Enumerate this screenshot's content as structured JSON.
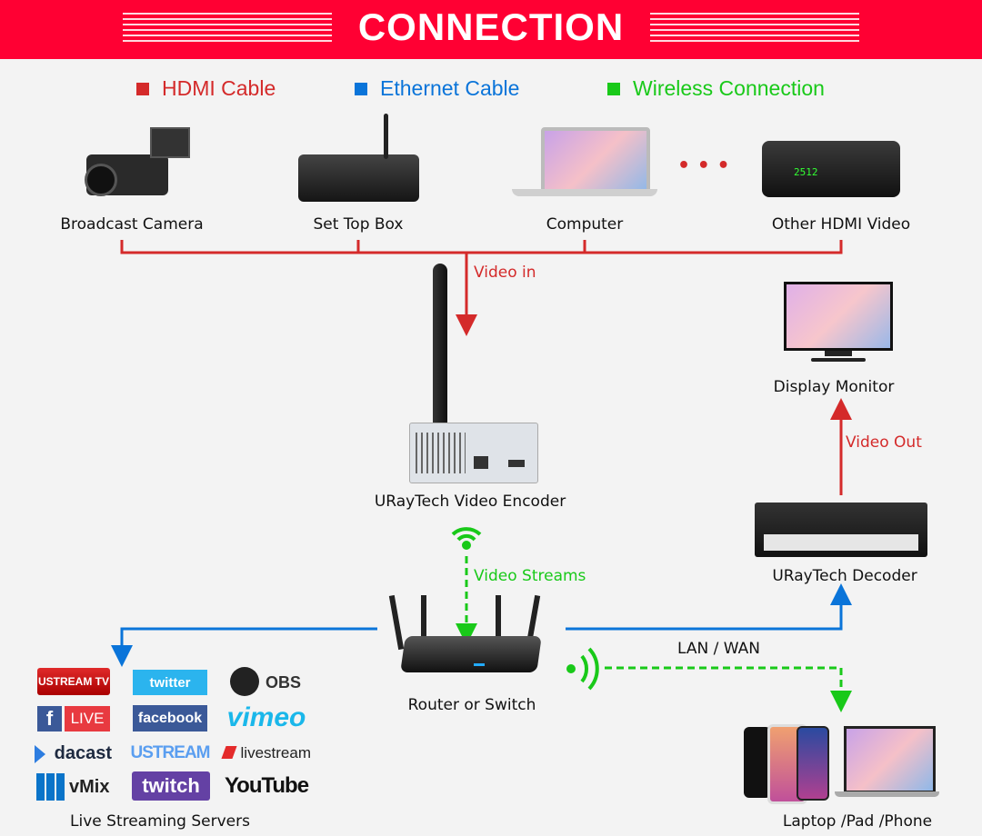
{
  "header": {
    "title": "CONNECTION"
  },
  "legend": [
    {
      "label": "HDMI Cable",
      "color": "#d42a2a"
    },
    {
      "label": "Ethernet Cable",
      "color": "#0a74d9"
    },
    {
      "label": "Wireless Connection",
      "color": "#19c919"
    }
  ],
  "sources": [
    "Broadcast Camera",
    "Set Top Box",
    "Computer",
    "Other HDMI Video"
  ],
  "ellipsis": "• • •",
  "links": {
    "video_in": "Video in",
    "video_out": "Video Out",
    "video_streams": "Video Streams",
    "lan_wan": "LAN / WAN"
  },
  "devices": {
    "encoder": "URayTech Video Encoder",
    "decoder": "URayTech Decoder",
    "monitor": "Display Monitor",
    "router": "Router or Switch",
    "clients": "Laptop /Pad /Phone",
    "servers": "Live Streaming Servers"
  },
  "logos": [
    "USTREAM TV",
    "twitter",
    "OBS",
    "LIVE",
    "facebook",
    "vimeo",
    "dacast",
    "USTREAM",
    "livestream",
    "vMix",
    "twitch",
    "YouTube"
  ]
}
